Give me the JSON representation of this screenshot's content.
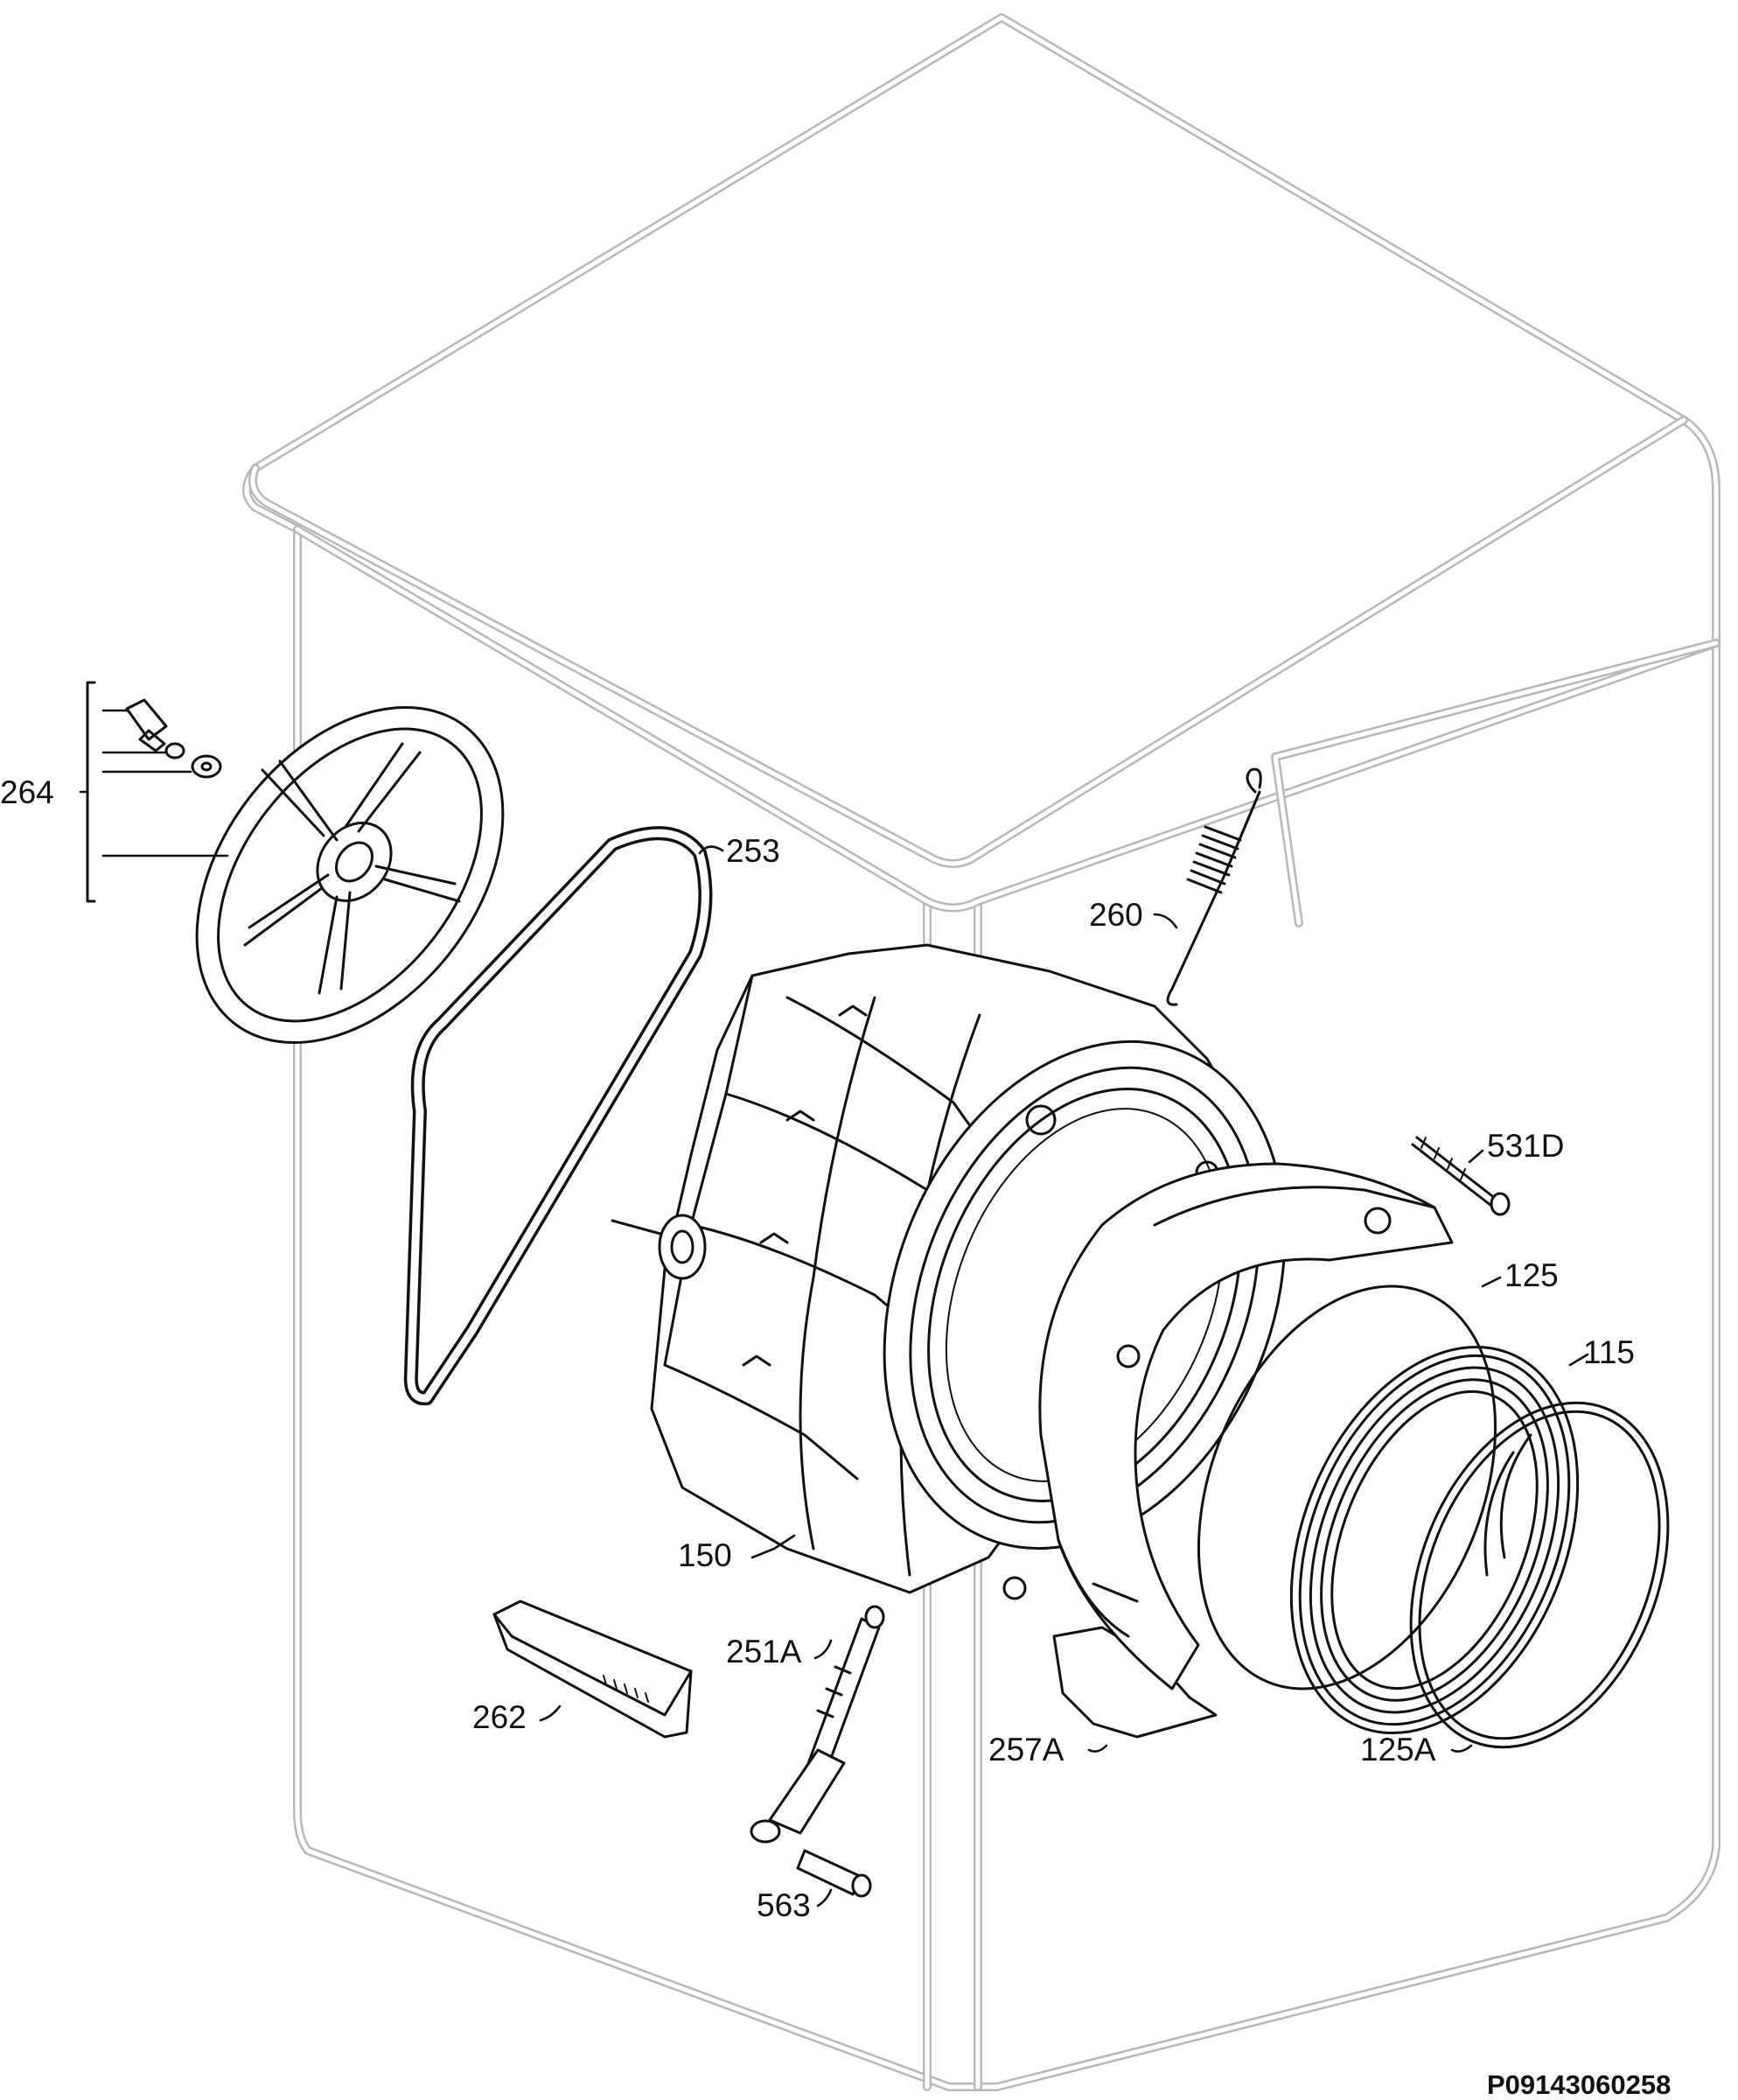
{
  "labels": {
    "l264": "264",
    "l253": "253",
    "l260": "260",
    "l531d": "531D",
    "l125": "125",
    "l115": "115",
    "l150": "150",
    "l251a": "251A",
    "l262": "262",
    "l257a": "257A",
    "l125a": "125A",
    "l563": "563"
  },
  "drawing_code": "P09143060258"
}
